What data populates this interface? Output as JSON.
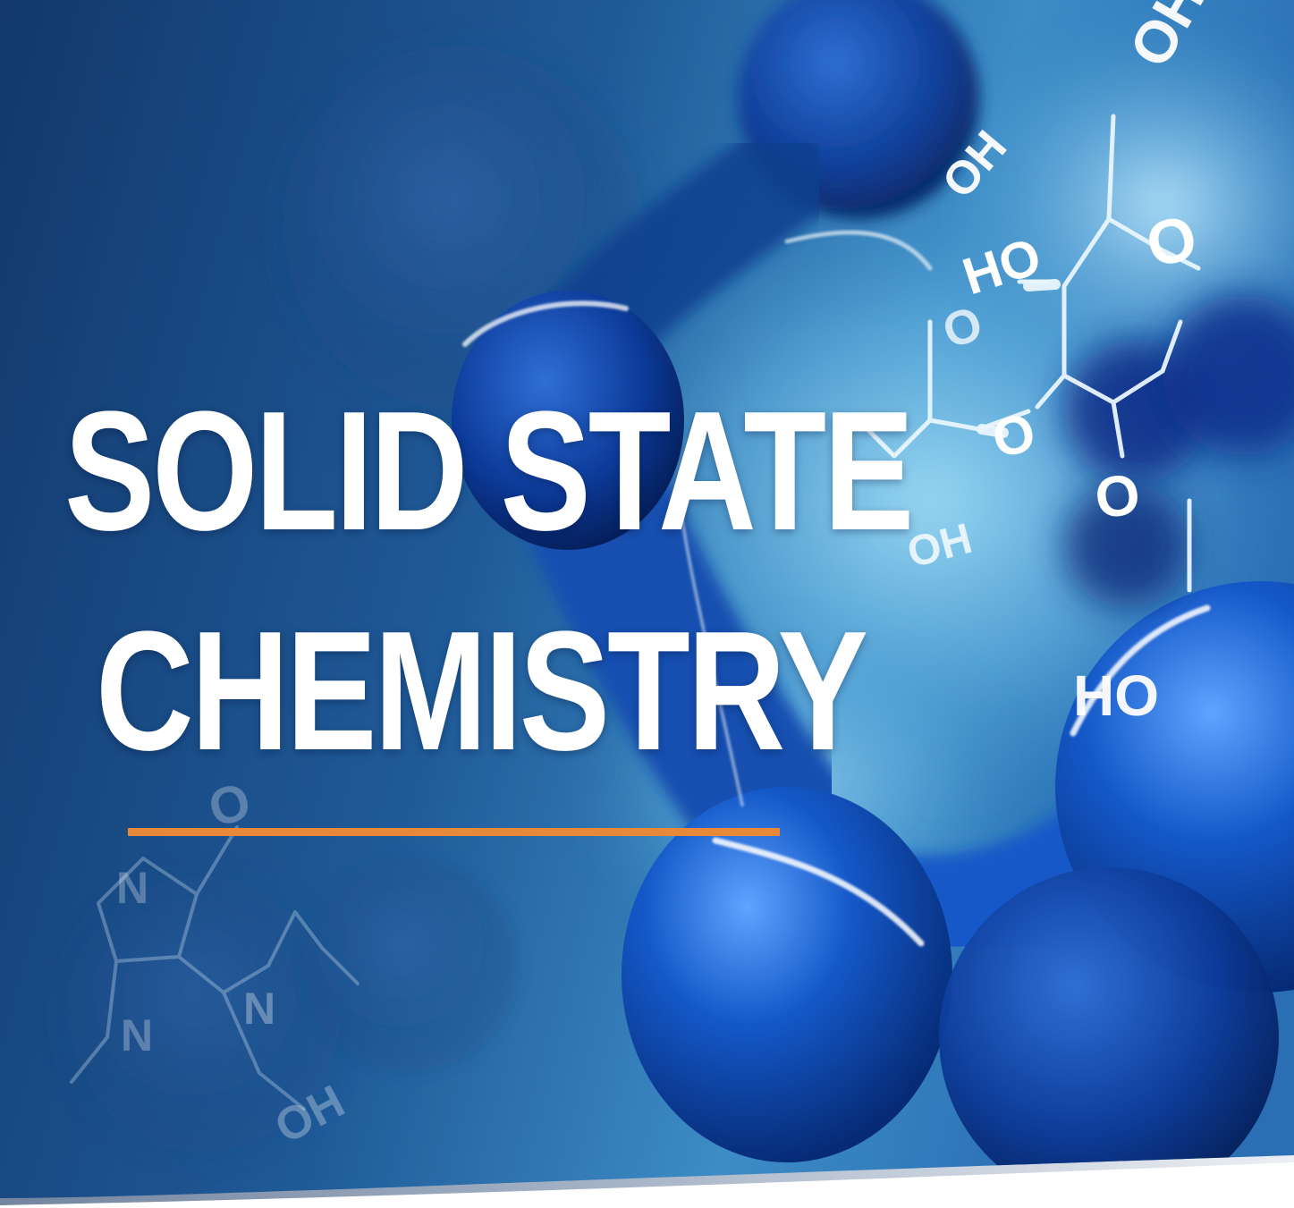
{
  "title": {
    "line1": "SOLID STATE",
    "line2": "CHEMISTRY"
  },
  "background_text": {
    "oh_top_right": "OH",
    "oh_upper": "OH",
    "ho_upper": "HO",
    "o_ring_1": "O",
    "o_ring_2": "O",
    "o_ring_3": "O",
    "o_ring_4": "O",
    "oh_middle": "OH",
    "ho_right": "HO",
    "o_left_ring": "O",
    "n_left_1": "N",
    "n_left_2": "N",
    "n_left_3": "N",
    "oh_bottom": "OH"
  },
  "colors": {
    "background_dark": "#12386c",
    "background_mid": "#1f5a98",
    "background_light": "#7fc7ea",
    "sphere_blue": "#1458c8",
    "accent": "#e8893a",
    "title": "#ffffff"
  }
}
